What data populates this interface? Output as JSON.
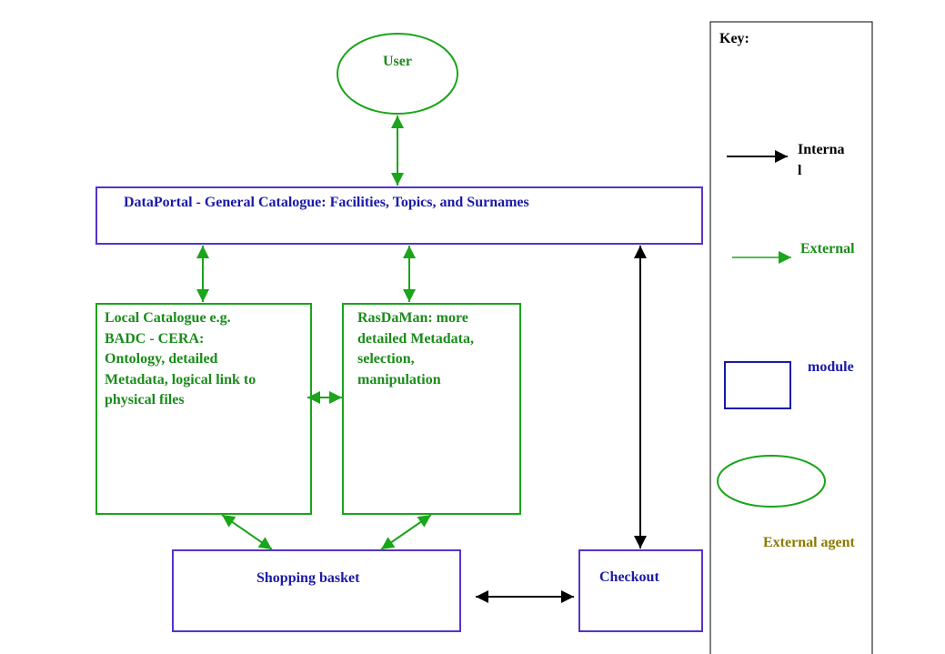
{
  "nodes": {
    "user": {
      "label": "User"
    },
    "dataportal": {
      "label": "DataPortal - General Catalogue: Facilities, Topics, and Surnames"
    },
    "local_catalogue": {
      "label": "Local Catalogue e.g.\nBADC - CERA:\nOntology, detailed\nMetadata, logical link to\nphysical files"
    },
    "rasdaman": {
      "label": "RasDaMan: more\ndetailed Metadata,\nselection,\nmanipulation"
    },
    "shopping_basket": {
      "label": "Shopping basket"
    },
    "checkout": {
      "label": "Checkout"
    }
  },
  "key": {
    "title": "Key:",
    "internal_label": "Interna\nl",
    "external_label": "External",
    "module_label": "module",
    "external_agent_label": "External agent"
  },
  "colors": {
    "external_green": "#1aa51a",
    "module_blue": "#5533cc",
    "internal_black": "#000000",
    "text_blue": "#1a1aa8",
    "text_green": "#1a8c1a",
    "agent_olive": "#8a7a00"
  }
}
